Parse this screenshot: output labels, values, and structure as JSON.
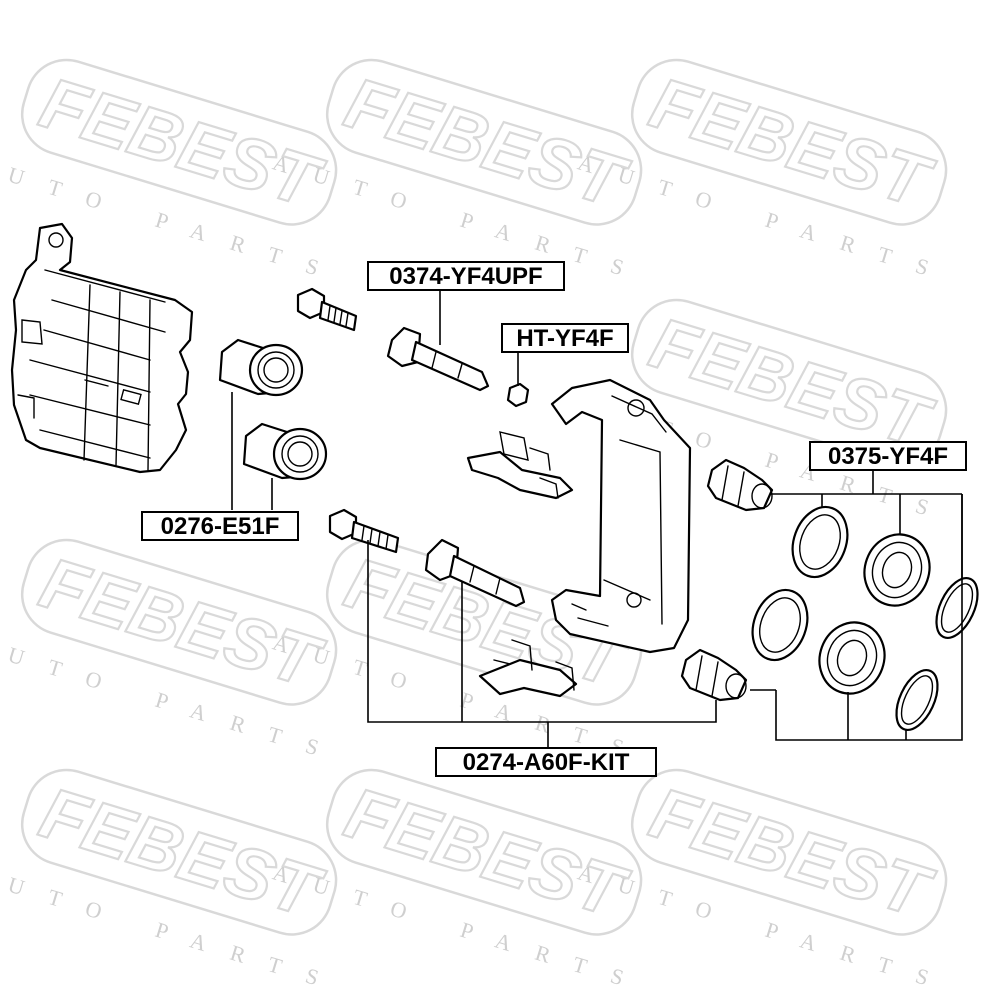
{
  "watermark": {
    "brand": "FEBEST",
    "tagline": "AUTO PARTS"
  },
  "labels": {
    "pin_bolt": "0374-YF4UPF",
    "hardware": "HT-YF4F",
    "piston": "0276-E51F",
    "repair_kit": "0375-YF4F",
    "guide_kit": "0274-A60F-KIT"
  },
  "colors": {
    "line": "#000000",
    "watermark": "#d9d9d9",
    "background": "#ffffff"
  }
}
